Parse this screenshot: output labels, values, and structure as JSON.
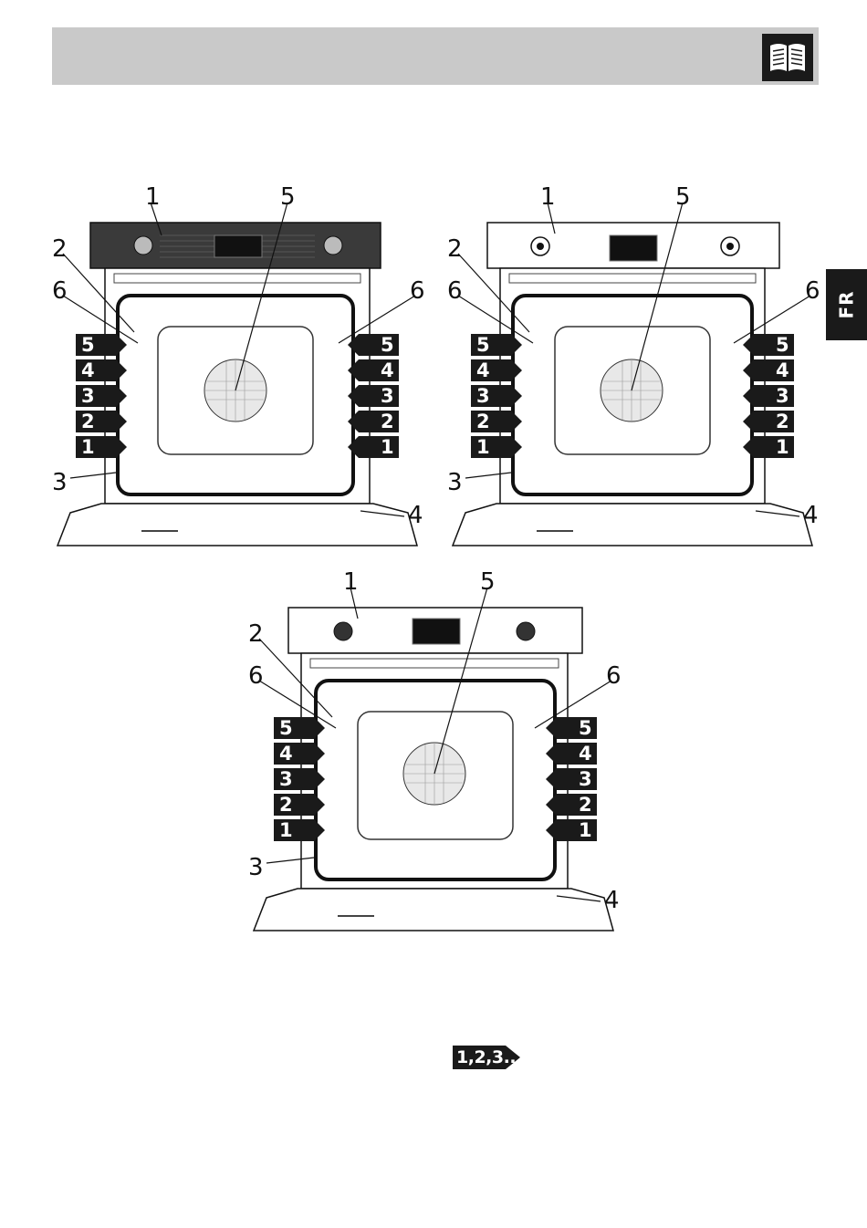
{
  "side_tab": {
    "lang": "FR"
  },
  "header": {
    "icon": "open-book-icon"
  },
  "figures": [
    {
      "id": "a",
      "panel": "dark",
      "callouts": {
        "c1": "1",
        "c2": "2",
        "c3": "3",
        "c4": "4",
        "c5": "5",
        "c6": "6"
      },
      "levels": [
        "5",
        "4",
        "3",
        "2",
        "1"
      ]
    },
    {
      "id": "b",
      "panel": "light",
      "callouts": {
        "c1": "1",
        "c2": "2",
        "c3": "3",
        "c4": "4",
        "c5": "5",
        "c6": "6"
      },
      "levels": [
        "5",
        "4",
        "3",
        "2",
        "1"
      ]
    },
    {
      "id": "c",
      "panel": "light",
      "callouts": {
        "c1": "1",
        "c2": "2",
        "c3": "3",
        "c4": "4",
        "c5": "5",
        "c6": "6"
      },
      "levels": [
        "5",
        "4",
        "3",
        "2",
        "1"
      ]
    }
  ],
  "sequence_badge": {
    "label": "1,2,3..."
  },
  "colors": {
    "header_bg": "#c9c9c9",
    "dark": "#1a1a1a",
    "panel_dark": "#3a3a3a"
  }
}
